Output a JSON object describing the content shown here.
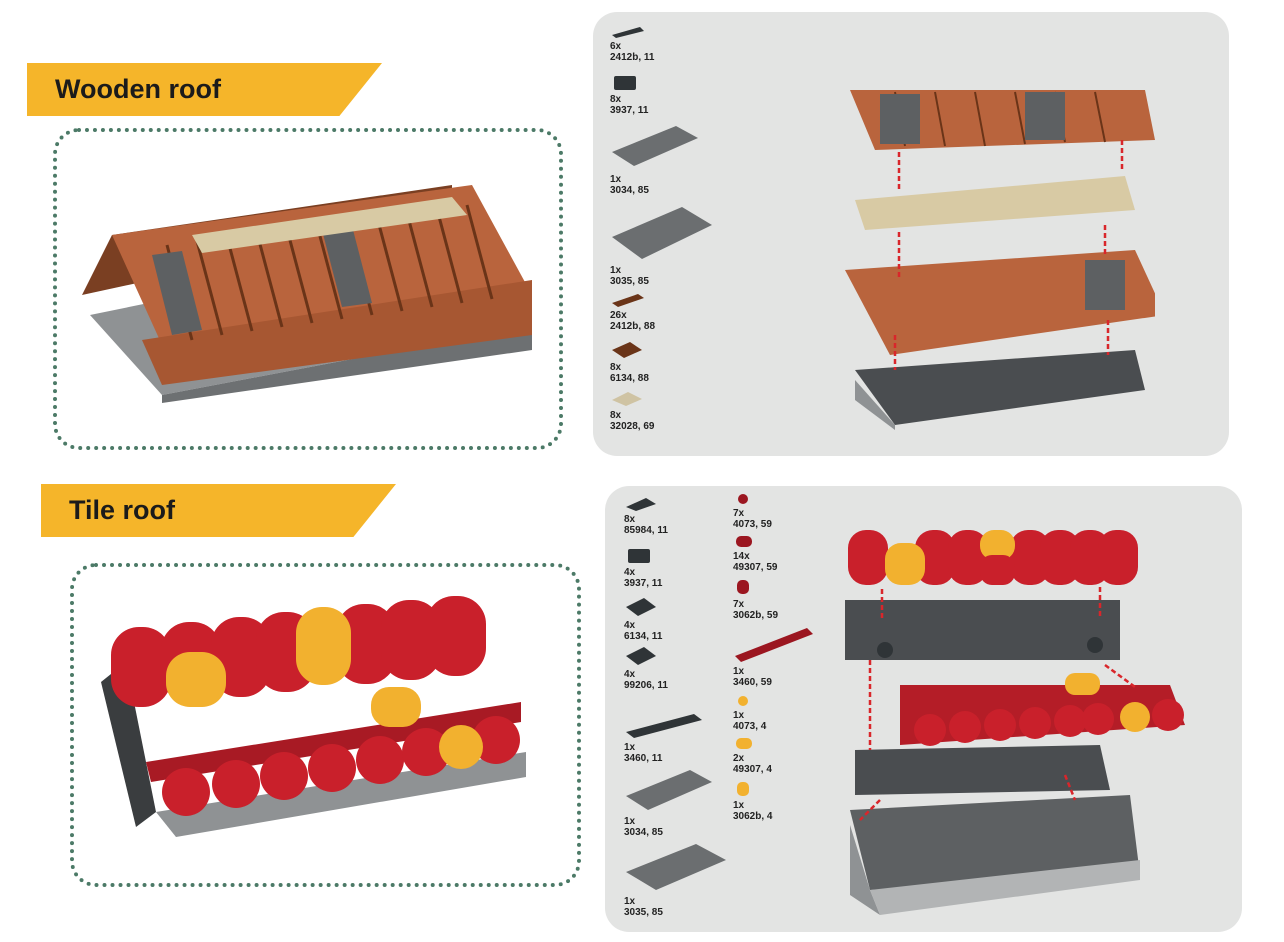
{
  "sections": [
    {
      "title": "Wooden roof",
      "parts": [
        {
          "qty": "6x",
          "code": "2412b, 11",
          "color": "#2f3437"
        },
        {
          "qty": "8x",
          "code": "3937, 11",
          "color": "#2f3437"
        },
        {
          "qty": "1x",
          "code": "3034, 85",
          "color": "#6b6e70"
        },
        {
          "qty": "1x",
          "code": "3035, 85",
          "color": "#6b6e70"
        },
        {
          "qty": "26x",
          "code": "2412b, 88",
          "color": "#6a3418"
        },
        {
          "qty": "8x",
          "code": "6134, 88",
          "color": "#6a3418"
        },
        {
          "qty": "8x",
          "code": "32028, 69",
          "color": "#cfc3a3"
        }
      ]
    },
    {
      "title": "Tile roof",
      "parts_col1": [
        {
          "qty": "8x",
          "code": "85984, 11",
          "color": "#2f3437"
        },
        {
          "qty": "4x",
          "code": "3937, 11",
          "color": "#2f3437"
        },
        {
          "qty": "4x",
          "code": "6134, 11",
          "color": "#2f3437"
        },
        {
          "qty": "4x",
          "code": "99206, 11",
          "color": "#2f3437"
        },
        {
          "qty": "1x",
          "code": "3460, 11",
          "color": "#2f3437"
        },
        {
          "qty": "1x",
          "code": "3034, 85",
          "color": "#6b6e70"
        },
        {
          "qty": "1x",
          "code": "3035, 85",
          "color": "#6b6e70"
        }
      ],
      "parts_col2": [
        {
          "qty": "7x",
          "code": "4073, 59",
          "color": "#9b1620"
        },
        {
          "qty": "14x",
          "code": "49307, 59",
          "color": "#9b1620"
        },
        {
          "qty": "7x",
          "code": "3062b, 59",
          "color": "#9b1620"
        },
        {
          "qty": "1x",
          "code": "3460, 59",
          "color": "#9b1620"
        },
        {
          "qty": "1x",
          "code": "4073, 4",
          "color": "#f2b12f"
        },
        {
          "qty": "2x",
          "code": "49307, 4",
          "color": "#f2b12f"
        },
        {
          "qty": "1x",
          "code": "3062b, 4",
          "color": "#f2b12f"
        }
      ]
    }
  ],
  "colors": {
    "banner": "#f5b52a",
    "dotted_border": "#4c7a67",
    "panel": "#e3e4e3",
    "guide_arrow": "#d9262b"
  }
}
